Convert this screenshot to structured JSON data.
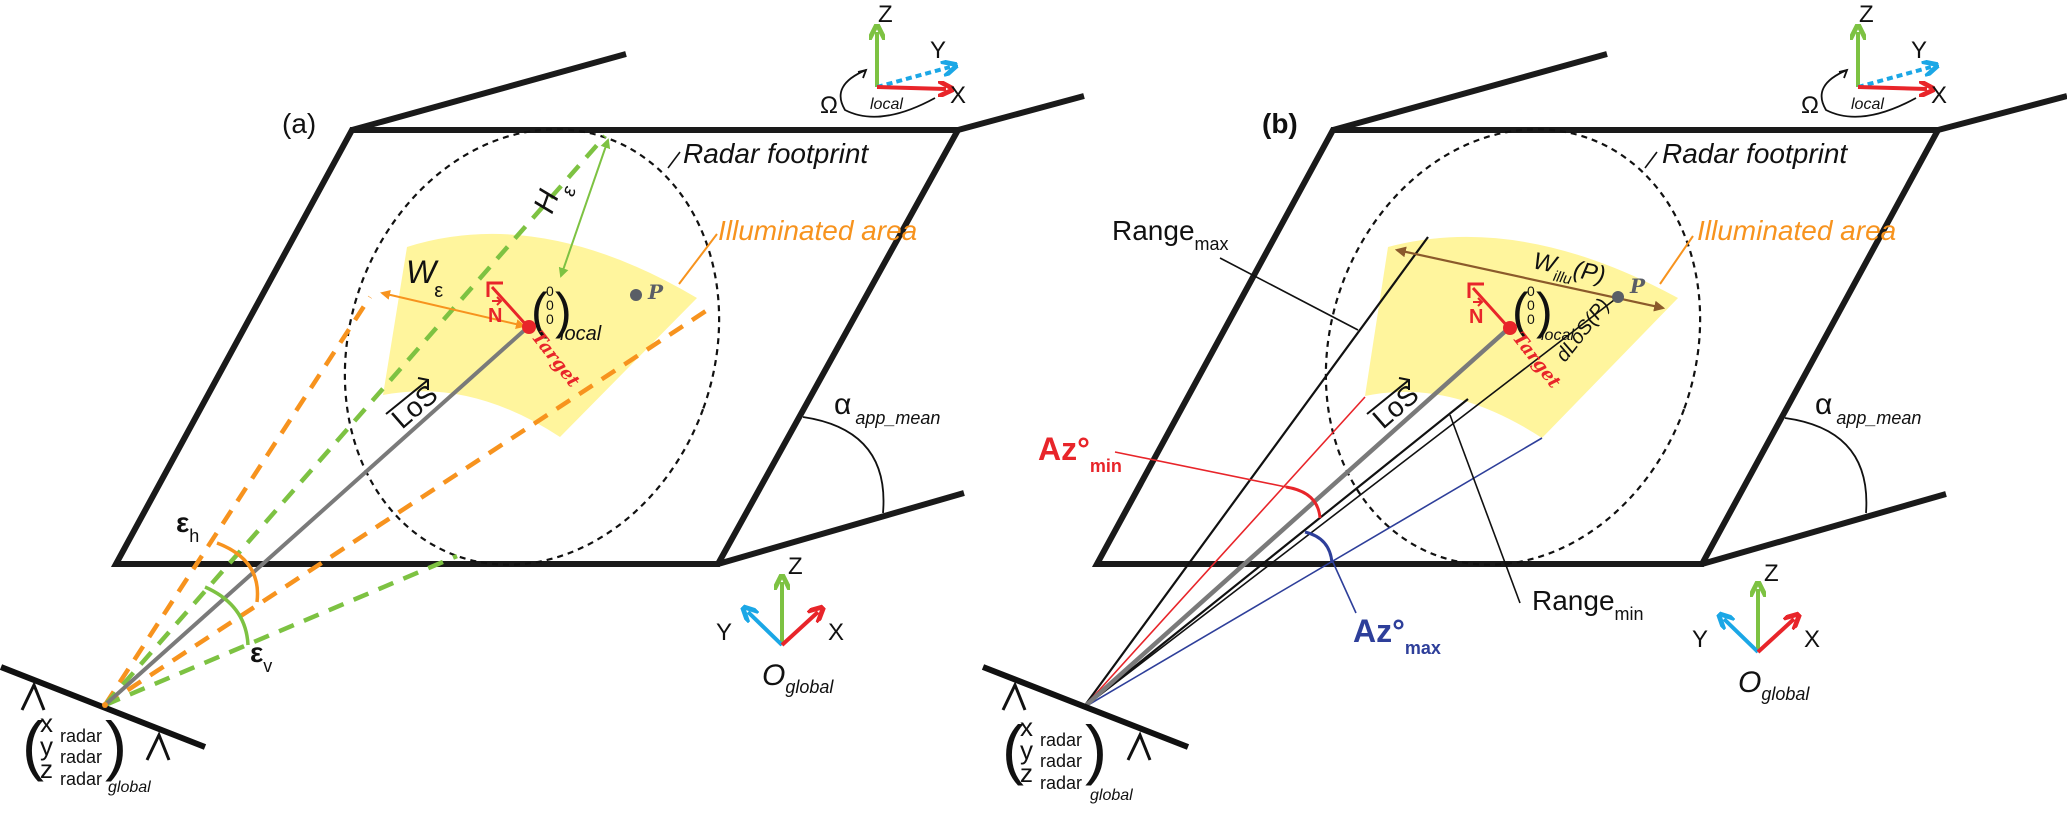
{
  "panels": {
    "a": {
      "label": "(a)",
      "radar_footprint": "Radar footprint",
      "illuminated_area": "Illuminated area",
      "h_eps": "H",
      "h_eps_sub": "ε",
      "w_eps": "W",
      "w_eps_sub": "ε",
      "normal": "N",
      "target": "Target",
      "local_sub": "local",
      "zero_vector": [
        "0",
        "0",
        "0"
      ],
      "point": "P",
      "los": "LoS",
      "eps_h": "ε",
      "eps_h_sub": "h",
      "eps_v": "ε",
      "eps_v_sub": "v",
      "alpha": "α",
      "alpha_sub": "app_mean",
      "radar_coords": [
        "x",
        "y",
        "z"
      ],
      "radar_sub": "radar",
      "global_sub": "global"
    },
    "b": {
      "label": "(b)",
      "radar_footprint": "Radar footprint",
      "illuminated_area": "Illuminated area",
      "range_max": "Range",
      "range_max_sub": "max",
      "range_min": "Range",
      "range_min_sub": "min",
      "az_min": "Az°",
      "az_min_sub": "min",
      "az_max": "Az°",
      "az_max_sub": "max",
      "w_illu": "W",
      "w_illu_sub": "illu",
      "w_illu_arg": "(P)",
      "dlos": "dLoS(P)",
      "normal": "N",
      "target": "Target",
      "local_sub": "local",
      "zero_vector": [
        "0",
        "0",
        "0"
      ],
      "point": "P",
      "los": "LoS",
      "alpha": "α",
      "alpha_sub": "app_mean",
      "radar_coords": [
        "x",
        "y",
        "z"
      ],
      "radar_sub": "radar",
      "global_sub": "global"
    }
  },
  "local_axes": {
    "z": "Z",
    "y": "Y",
    "x": "X",
    "omega": "Ω",
    "origin": "local"
  },
  "global_axes": {
    "z": "Z",
    "y": "Y",
    "x": "X",
    "origin": "O",
    "origin_sub": "global"
  },
  "colors": {
    "frame": "#1a1a1a",
    "illuminated_fill": "#FFF59D",
    "illuminated_text": "#F7931E",
    "target_red": "#E8252A",
    "x_axis_red": "#E8252A",
    "y_axis_blue": "#1BA7E6",
    "z_axis_green": "#7DC242",
    "eps_h_orange": "#F7931E",
    "eps_v_green": "#7DC242",
    "w_illu_brown": "#8B5A2B",
    "az_min_red": "#E8252A",
    "az_max_blue": "#2E3F9A",
    "los_gray": "#7a7a7a",
    "point_gray": "#5a5e66"
  }
}
